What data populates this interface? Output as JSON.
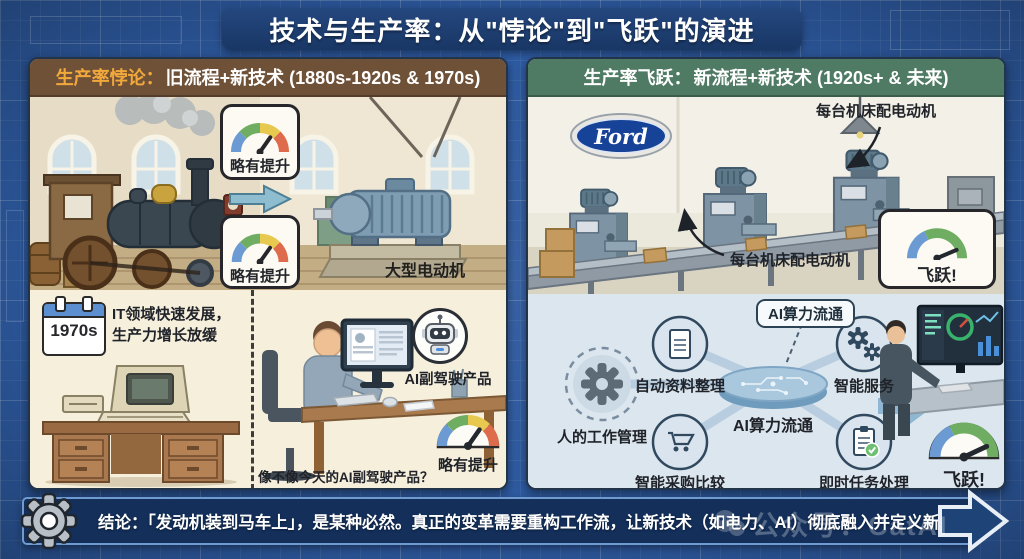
{
  "title": "技术与生产率：从\"悖论\"到\"飞跃\"的演进",
  "left_panel": {
    "header_highlight": "生产率悖论：",
    "header_rest": "旧流程+新技术 (1880s-1920s & 1970s)",
    "gauge_top_label": "略有提升",
    "gauge_bottom_label": "略有提升",
    "motor_label": "大型电动机",
    "calendar_label": "1970s",
    "it_text_line1": "IT领域快速发展，",
    "it_text_line2": "生产力增长放缓",
    "robot_label": "AI副驾驶产品",
    "caption": "像不像今天的AI副驾驶产品？",
    "caption_gauge_label": "略有提升"
  },
  "right_panel": {
    "header_highlight": "生产率飞跃：",
    "header_rest": "新流程+新技术 (1920s+ & 未来)",
    "brand": "Ford",
    "machine_label_top": "每台机床配电动机",
    "machine_label_bottom": "每台机床配电动机",
    "gauge_top_label": "飞跃!",
    "flow": {
      "hub_tag": "AI算力流通",
      "hub_label": "AI算力流通",
      "nodes": [
        {
          "icon": "gear-icon",
          "label": "人的工作管理"
        },
        {
          "icon": "document-icon",
          "label": "自动资料整理"
        },
        {
          "icon": "cart-icon",
          "label": "智能采购比较"
        },
        {
          "icon": "gears-sync-icon",
          "label": "智能服务"
        },
        {
          "icon": "clipboard-check-icon",
          "label": "即时任务处理"
        }
      ],
      "gauge_label": "飞跃!"
    }
  },
  "footer": {
    "text": "结论：「发动机装到马车上」，是某种必然。真正的变革需要重构工作流，让新技术（如电力、AI）彻底融入并定义新流程。"
  },
  "watermark": "公众号：CatAI",
  "colors": {
    "background": "#2e5ba2",
    "title_bar": "#1d3a6e",
    "paradox_header": "#6f5138",
    "paradox_highlight": "#f2a93c",
    "leap_header": "#4f7a64",
    "ford_blue": "#164398",
    "gauge_blue": "#6b9bd2",
    "gauge_green": "#6fae62",
    "gauge_yellow": "#e7c94f",
    "gauge_red": "#dd6b4c",
    "footer_bar": "#132f5a"
  }
}
